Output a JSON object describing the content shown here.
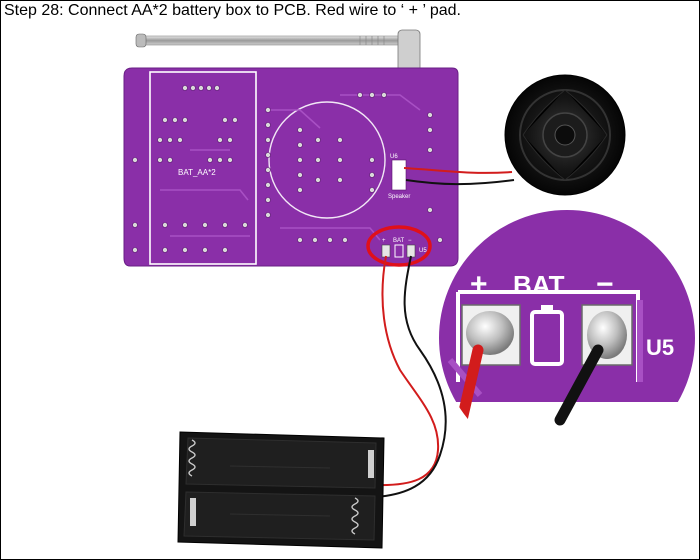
{
  "caption": "Step 28: Connect AA*2 battery box to PCB. Red wire to ‘ + ’ pad.",
  "pcb": {
    "silkscreen_bat_label": "BAT_AA*2",
    "pad_label_bat": "BAT",
    "pad_label_plus": "+",
    "pad_label_minus": "−",
    "pad_label_u5": "U5",
    "pad_label_u6": "U6",
    "pad_label_speaker": "Speaker",
    "color": "#8a2fa8"
  },
  "zoom": {
    "label_plus": "+",
    "label_bat": "BAT",
    "label_minus": "−",
    "label_u5": "U5"
  },
  "colors": {
    "highlight": "#e0101a",
    "red_wire": "#d21c1c",
    "black_wire": "#111111"
  }
}
